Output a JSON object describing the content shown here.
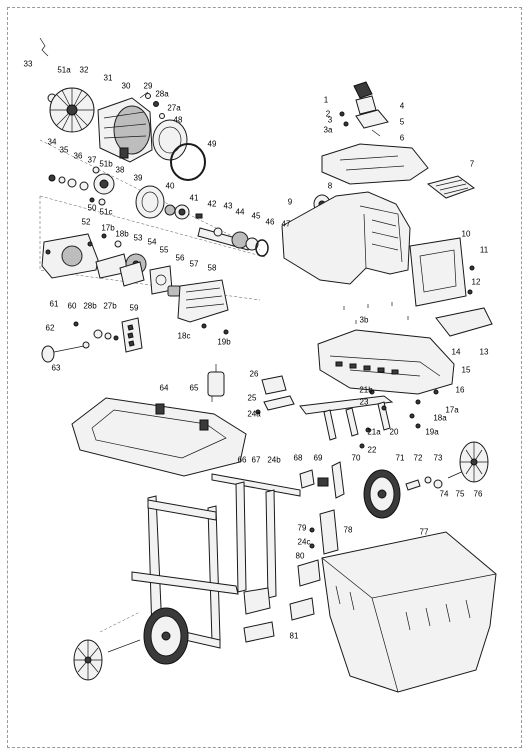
{
  "callouts": [
    "33",
    "51a",
    "32",
    "31",
    "30",
    "29",
    "28a",
    "27a",
    "48",
    "49",
    "34",
    "35",
    "36",
    "37",
    "51b",
    "38",
    "39",
    "40",
    "41",
    "42",
    "43",
    "44",
    "45",
    "46",
    "47",
    "50",
    "51c",
    "1",
    "2",
    "3",
    "3a",
    "4",
    "5",
    "6",
    "7",
    "8",
    "9",
    "10",
    "11",
    "12",
    "3b",
    "13",
    "14",
    "15",
    "16",
    "17a",
    "18a",
    "19a",
    "20",
    "21a",
    "21b",
    "22",
    "23",
    "24a",
    "25",
    "26",
    "65",
    "17b",
    "52",
    "18b",
    "53",
    "54",
    "55",
    "56",
    "57",
    "58",
    "18c",
    "19b",
    "61",
    "60",
    "28b",
    "27b",
    "59",
    "62",
    "63",
    "64",
    "66",
    "67",
    "24b",
    "68",
    "69",
    "70",
    "71",
    "72",
    "73",
    "74",
    "75",
    "76",
    "77",
    "78",
    "79",
    "24c",
    "80",
    "81"
  ]
}
